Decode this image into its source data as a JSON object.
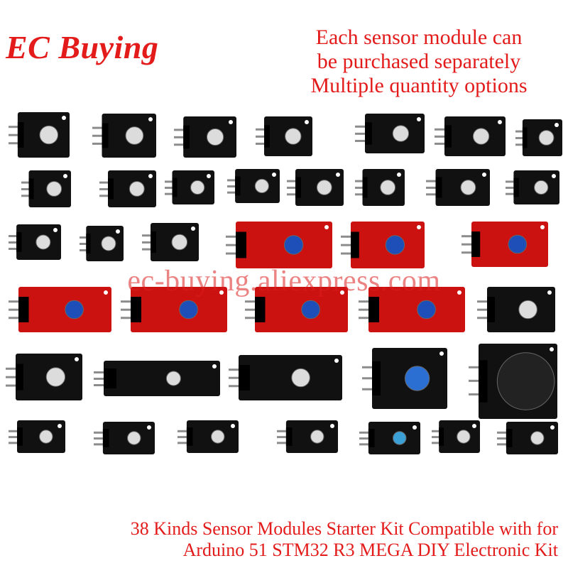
{
  "brand": {
    "name": "EC Buying",
    "color": "#e31b1b"
  },
  "note": {
    "lines": [
      "Each sensor module can",
      "be purchased separately",
      "Multiple quantity options"
    ]
  },
  "watermark": {
    "text": "ec-buying.aliexpress.com"
  },
  "caption": {
    "lines": [
      "38 Kinds Sensor Modules Starter Kit Compatible with for",
      "Arduino 51 STM32 R3 MEGA DIY Electronic Kit"
    ]
  },
  "modules": [
    {
      "color": "#111111",
      "icon": "rgb-led-module"
    },
    {
      "color": "#111111",
      "icon": "dual-color-led-module"
    },
    {
      "color": "#111111",
      "icon": "smd-rgb-module"
    },
    {
      "color": "#111111",
      "icon": "two-color-led-module"
    },
    {
      "color": "#111111",
      "icon": "mercury-switch-module"
    },
    {
      "color": "#111111",
      "icon": "reed-switch-module"
    },
    {
      "color": "#111111",
      "icon": "button-module"
    },
    {
      "color": "#111111",
      "icon": "hall-sensor-module"
    },
    {
      "color": "#111111",
      "icon": "7-color-flash-module"
    },
    {
      "color": "#111111",
      "icon": "buzzer-module"
    },
    {
      "color": "#111111",
      "icon": "tilt-switch-module"
    },
    {
      "color": "#111111",
      "icon": "magic-cup-module"
    },
    {
      "color": "#111111",
      "icon": "light-blocking-module"
    },
    {
      "color": "#111111",
      "icon": "ir-emitter-module"
    },
    {
      "color": "#111111",
      "icon": "ir-receiver-module"
    },
    {
      "color": "#111111",
      "icon": "photo-interrupter-module"
    },
    {
      "color": "#111111",
      "icon": "temperature-module"
    },
    {
      "color": "#111111",
      "icon": "tracking-module"
    },
    {
      "color": "#cc1111",
      "icon": "big-sound-module"
    },
    {
      "color": "#cc1111",
      "icon": "sound-module"
    },
    {
      "color": "#cc1111",
      "icon": "thermistor-module"
    },
    {
      "color": "#cc1111",
      "icon": "reed-module"
    },
    {
      "color": "#cc1111",
      "icon": "hall-magnetic-module"
    },
    {
      "color": "#cc1111",
      "icon": "touch-module"
    },
    {
      "color": "#cc1111",
      "icon": "flame-module"
    },
    {
      "color": "#111111",
      "icon": "rotary-encoder-module"
    },
    {
      "color": "#111111",
      "icon": "rotary-encoder-module-2"
    },
    {
      "color": "#111111",
      "icon": "tracking-sensor-module"
    },
    {
      "color": "#111111",
      "icon": "obstacle-avoidance-module"
    },
    {
      "color": "#111111",
      "icon": "relay-module"
    },
    {
      "color": "#111111",
      "icon": "joystick-module"
    },
    {
      "color": "#111111",
      "icon": "laser-module"
    },
    {
      "color": "#111111",
      "icon": "photoresistor-module"
    },
    {
      "color": "#111111",
      "icon": "led-module"
    },
    {
      "color": "#111111",
      "icon": "heartbeat-module"
    },
    {
      "color": "#111111",
      "icon": "dht11-module"
    },
    {
      "color": "#111111",
      "icon": "passive-buzzer-module"
    },
    {
      "color": "#111111",
      "icon": "digital-temperature-module"
    }
  ]
}
